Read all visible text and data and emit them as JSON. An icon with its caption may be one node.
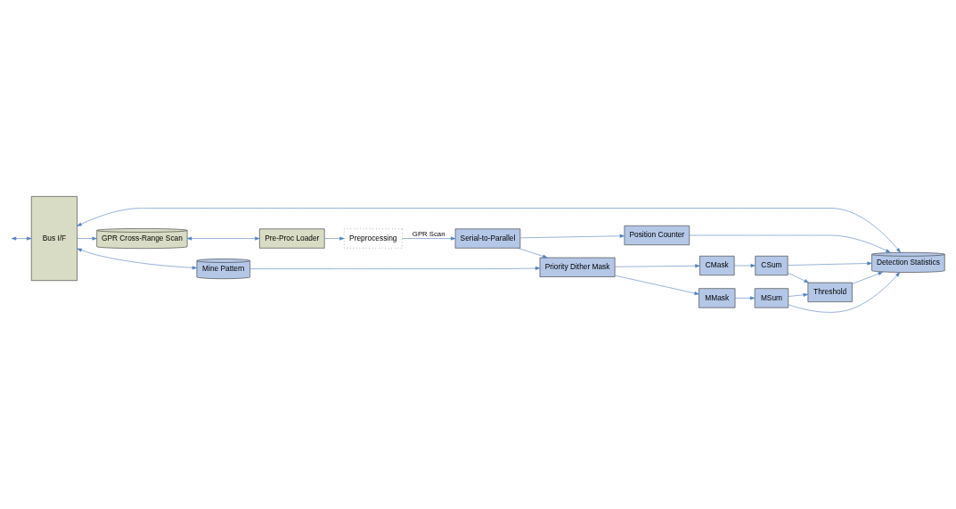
{
  "diagram": {
    "nodes": [
      {
        "text": [
          "Bus I/F"
        ]
      },
      {
        "text": [
          "GPR Cross-Range Scan"
        ]
      },
      {
        "text": [
          "Pre-Proc Loader"
        ]
      },
      {
        "text": [
          "Preprocessing"
        ]
      },
      {
        "text": [
          "Serial-to-Parallel"
        ]
      },
      {
        "text": [
          "Mine Pattern"
        ]
      },
      {
        "text": [
          "Priority Dither Mask"
        ]
      },
      {
        "text": [
          "CMask"
        ]
      },
      {
        "text": [
          "MMask"
        ]
      },
      {
        "text": [
          "Position Counter"
        ]
      },
      {
        "text": [
          "CSum"
        ]
      },
      {
        "text": [
          "MSum"
        ]
      },
      {
        "text": [
          "Threshold"
        ]
      },
      {
        "text": [
          "Detection Statistics"
        ]
      }
    ],
    "edges": [
      {
        "from": null,
        "to": 0,
        "arrow": "both"
      },
      {
        "from": 0,
        "to": 1,
        "arrow": "to"
      },
      {
        "from": 1,
        "to": 2,
        "arrow": "both"
      },
      {
        "from": 2,
        "to": 3,
        "arrow": "to"
      },
      {
        "from": 3,
        "to": 4,
        "arrow": "to",
        "label": "GPR Scan"
      },
      {
        "from": 0,
        "to": 5,
        "arrow": "both"
      },
      {
        "from": 4,
        "to": 6,
        "arrow": "to"
      },
      {
        "from": 5,
        "to": 6,
        "arrow": "to"
      },
      {
        "from": 4,
        "to": 9,
        "arrow": "to"
      },
      {
        "from": 6,
        "to": 7,
        "arrow": "to"
      },
      {
        "from": 6,
        "to": 8,
        "arrow": "to"
      },
      {
        "from": 7,
        "to": 10,
        "arrow": "to"
      },
      {
        "from": 8,
        "to": 11,
        "arrow": "to"
      },
      {
        "from": 10,
        "to": 12,
        "arrow": "to"
      },
      {
        "from": 11,
        "to": 12,
        "arrow": "to"
      },
      {
        "from": 0,
        "to": 13,
        "arrow": "both"
      },
      {
        "from": 9,
        "to": 13,
        "arrow": "to"
      },
      {
        "from": 10,
        "to": 13,
        "arrow": "to"
      },
      {
        "from": 12,
        "to": 13,
        "arrow": "to"
      },
      {
        "from": 11,
        "to": 13,
        "arrow": "to"
      }
    ]
  }
}
